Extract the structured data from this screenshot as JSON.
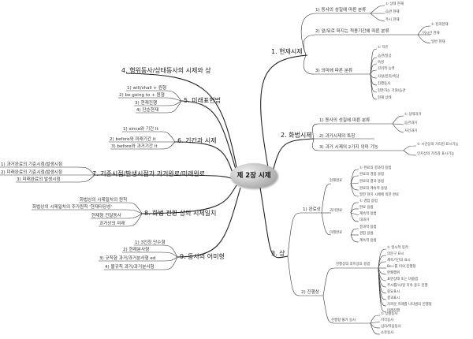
{
  "center": "제 2장 시제",
  "branches": {
    "b1": {
      "label": "1. 현재시제",
      "s1": "1) 동사의 성질에 따른 분류",
      "s1c": [
        "① 상태 현재",
        "습관 현재",
        "주시 현재"
      ],
      "s2": "2) 앞/뒤로 퍼지는 적용기간에 따른 분류",
      "s2c": [
        "① 진리현재",
        "비시간 현재",
        "일반 현재"
      ],
      "s3": "3) 의미에 따른 분류",
      "s3c": [
        "① 직유",
        "습관/일상",
        "속성",
        "진리적 능력",
        "사실/진리/속담",
        "진행동사",
        "현존하는 기원/습관",
        "현재 상태"
      ]
    },
    "b2": {
      "label": "2. 화법시제",
      "s1": "1) 동사의 성질에 따른 분류",
      "s1c": [
        "① 상태과거",
        "습관과거",
        "사건과거"
      ],
      "s2": "2) 과거시제의 특징",
      "s3": "3) 과거 시제의 2가지 의미 기능",
      "s3c": [
        "① 시간상의 거리감 표시기능",
        "인지상의 거리감 표시기능"
      ]
    },
    "b3": {
      "label": "3. 상",
      "s1": "1) 완료상",
      "groups": [
        {
          "name": "현재완료",
          "items": [
            "① 완료의 결과적 용법",
            "완료의 경험 용법",
            "완료의 결과 용법",
            "완료의 계속적 용법",
            "말한 현지 시제에 의한 완료"
          ]
        },
        {
          "name": "과거완료",
          "items": [
            "① 경험 용법",
            "완료 용법",
            "계속적 용법",
            "대과거"
          ]
        },
        {
          "name": "미래완료",
          "items": [
            "결과적 용법",
            "경험 용법",
            "계속적 용법"
          ]
        }
      ],
      "s2": "2) 진행상",
      "s2a": "진행상의 의미상의 용법",
      "s2ac": [
        "① 일시적 동작",
        "의문구 표시",
        "계속기간의 표시",
        "Be+를 이의 진행형",
        "완쾌행위",
        "표면상태 또는 비숍법",
        "주시를/시/일 지속 용도 진행",
        "중요표시",
        "결과표시",
        "가까운 미래를 나타냄의 진행형",
        "미래진행"
      ],
      "s2b": "진행형 불가 동사",
      "s2bc": [
        "① 상황동사",
        "지각동사",
        "심리/마음동사",
        "소유동사"
      ]
    },
    "b4": {
      "label": "4. 행위동사/상태동사의 시제와 상"
    },
    "b5": {
      "label": "5. 미래표현법",
      "items": [
        "1) will/shall + 원형",
        "2) be going to + 원형",
        "3) 현재진행",
        "4) 단순현재"
      ]
    },
    "b6": {
      "label": "6. 기간과 시제",
      "items": [
        "1) since와 기간 It",
        "2) before와 미래기간 it",
        "3) before와 과거기간 it"
      ]
    },
    "b7": {
      "label": "7. 기준시점/발생시점과 과거완료/미래완료",
      "items": [
        "1) 과거완료의 기준시점/발생시점",
        "2) 미래완료의 기준시점/발생시점",
        "3) 미래완료의 발생시점"
      ]
    },
    "b8": {
      "label": "8. 화법 전환 상의 시제일치",
      "items": [
        "화법상의 시제일치의 원칙",
        "화법상의 시제일치의 주가원칙 '현재타당성'",
        "현재형 전달동사",
        "과거상의 미래"
      ]
    },
    "b9": {
      "label": "9. 동사의 어미형",
      "items": [
        "1) 3인칭 단수형",
        "2) 현재분사형",
        "3) 규칙형 과거/과거분사형 ed",
        "4) 불규칙 과거/과거분사형"
      ]
    }
  }
}
